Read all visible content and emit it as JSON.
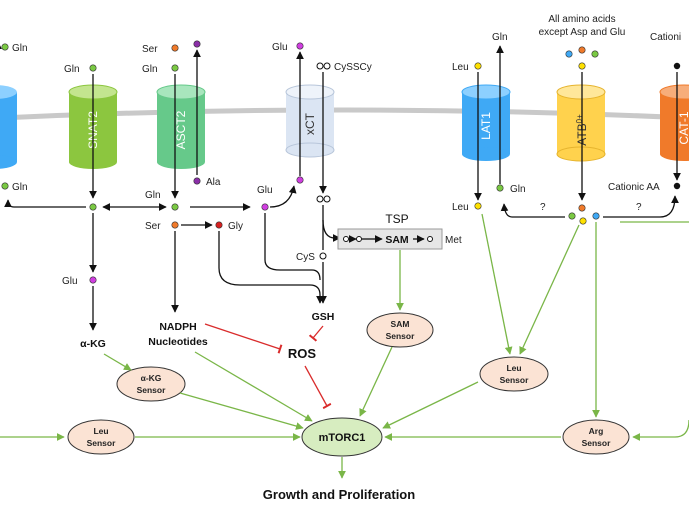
{
  "transporters": {
    "snat2": "SNAT2",
    "asct2": "ASCT2",
    "xct": "xCT",
    "lat1": "LAT1",
    "atb": "ATB",
    "atb_sup": "0+",
    "cat1": "CAT-1"
  },
  "molecules": {
    "gln": "Gln",
    "glu": "Glu",
    "ser": "Ser",
    "ala": "Ala",
    "gly": "Gly",
    "leu": "Leu",
    "cyssscy": "CySSCy",
    "cys": "CyS",
    "met": "Met",
    "cationic_trunc": "Cationi",
    "cationic_aa": "Cationic AA",
    "all_aa_line1": "All amino acids",
    "all_aa_line2": "except Asp and Glu",
    "question": "?"
  },
  "pathway": {
    "tsp": "TSP",
    "sam": "SAM",
    "akg": "α-KG",
    "gsh": "GSH",
    "nadph": "NADPH",
    "nucleotides": "Nucleotides",
    "ros": "ROS",
    "mtorc1": "mTORC1",
    "growth": "Growth and Proliferation"
  },
  "sensors": {
    "sam": [
      "SAM",
      "Sensor"
    ],
    "akg": [
      "α-KG",
      "Sensor"
    ],
    "leu_left": [
      "Leu",
      "Sensor"
    ],
    "leu_right": [
      "Leu",
      "Sensor"
    ],
    "arg": [
      "Arg",
      "Sensor"
    ]
  },
  "colors": {
    "membrane": "#c9c9c9",
    "snat2": "#8cc63f",
    "asct2": "#66c98a",
    "xct": "#dbe5f3",
    "lat1": "#3fa9f5",
    "atb": "#ffd24d",
    "cat1": "#f07a2a",
    "left_blue": "#3fa9f5",
    "sensor_fill": "#fbe3d4",
    "mtorc1_fill": "#d7edc0",
    "dot_green": "#7ac943",
    "dot_magenta": "#d03ee0",
    "dot_orange": "#f07a2a",
    "dot_purple": "#8b2fa8",
    "dot_red": "#d62020",
    "dot_yellow": "#ffe100",
    "dot_blue": "#3fa9f5"
  }
}
